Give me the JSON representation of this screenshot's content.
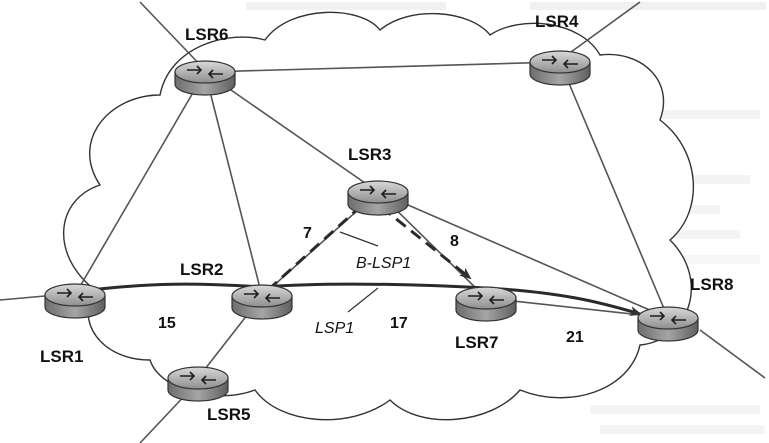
{
  "diagram": {
    "nodes": [
      {
        "id": "LSR1",
        "label": "LSR1"
      },
      {
        "id": "LSR2",
        "label": "LSR2"
      },
      {
        "id": "LSR3",
        "label": "LSR3"
      },
      {
        "id": "LSR4",
        "label": "LSR4"
      },
      {
        "id": "LSR5",
        "label": "LSR5"
      },
      {
        "id": "LSR6",
        "label": "LSR6"
      },
      {
        "id": "LSR7",
        "label": "LSR7"
      },
      {
        "id": "LSR8",
        "label": "LSR8"
      }
    ],
    "links": [
      [
        "LSR1",
        "LSR6"
      ],
      [
        "LSR1",
        "LSR2"
      ],
      [
        "LSR6",
        "LSR2"
      ],
      [
        "LSR6",
        "LSR4"
      ],
      [
        "LSR6",
        "LSR3"
      ],
      [
        "LSR4",
        "LSR8"
      ],
      [
        "LSR2",
        "LSR3"
      ],
      [
        "LSR2",
        "LSR7"
      ],
      [
        "LSR2",
        "LSR5"
      ],
      [
        "LSR3",
        "LSR7"
      ],
      [
        "LSR3",
        "LSR8"
      ],
      [
        "LSR7",
        "LSR8"
      ]
    ],
    "paths": {
      "lsp1": {
        "label": "LSP1",
        "hops": [
          "LSR1",
          "LSR2",
          "LSR7",
          "LSR8"
        ]
      },
      "b_lsp1": {
        "label": "B-LSP1",
        "hops": [
          "LSR2",
          "LSR3",
          "LSR7"
        ]
      }
    },
    "link_labels": {
      "lsr1_lsr2": "15",
      "lsr2_lsr7": "17",
      "lsr7_lsr8": "21",
      "lsr2_lsr3": "7",
      "lsr3_lsr7": "8"
    }
  }
}
